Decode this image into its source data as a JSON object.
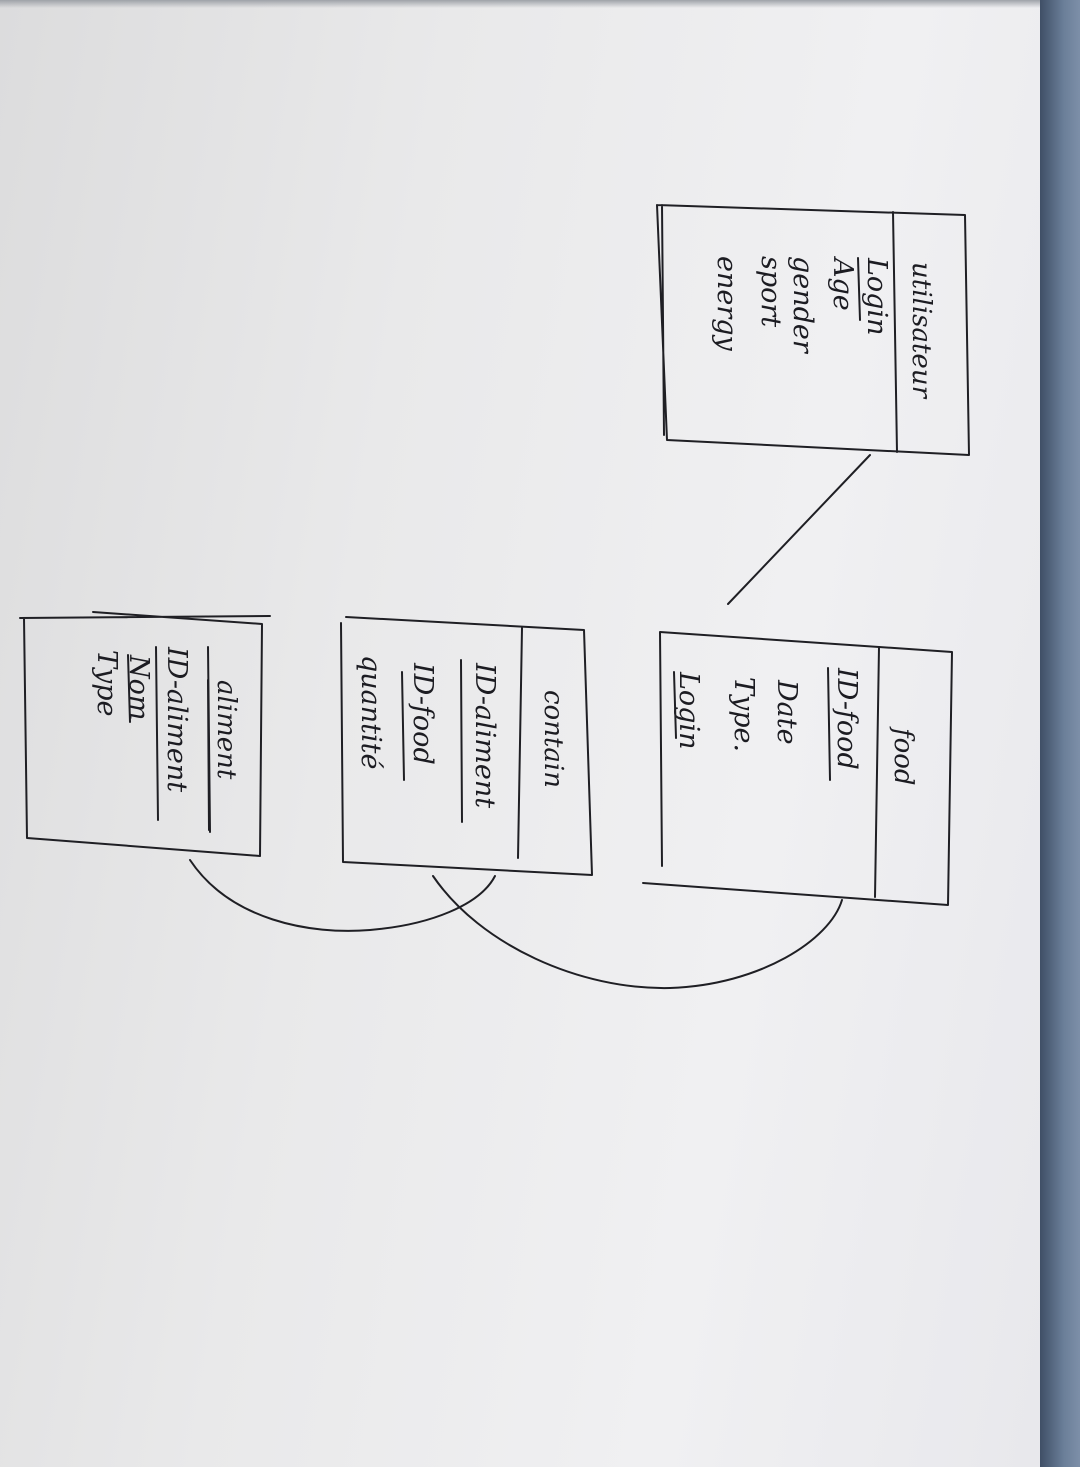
{
  "entities": {
    "utilisateur": {
      "title": "utilisateur",
      "fields": [
        "Login",
        "Age",
        "gender",
        "sport",
        "energy"
      ]
    },
    "food": {
      "title": "food",
      "fields": [
        "ID-food",
        "Date",
        "Type.",
        "Login"
      ]
    },
    "contain": {
      "title": "contain",
      "fields": [
        "ID-aliment",
        "ID-food",
        "quantité"
      ]
    },
    "aliment": {
      "title": "aliment",
      "fields": [
        "ID-aliment",
        "Nom",
        "Type"
      ]
    }
  }
}
